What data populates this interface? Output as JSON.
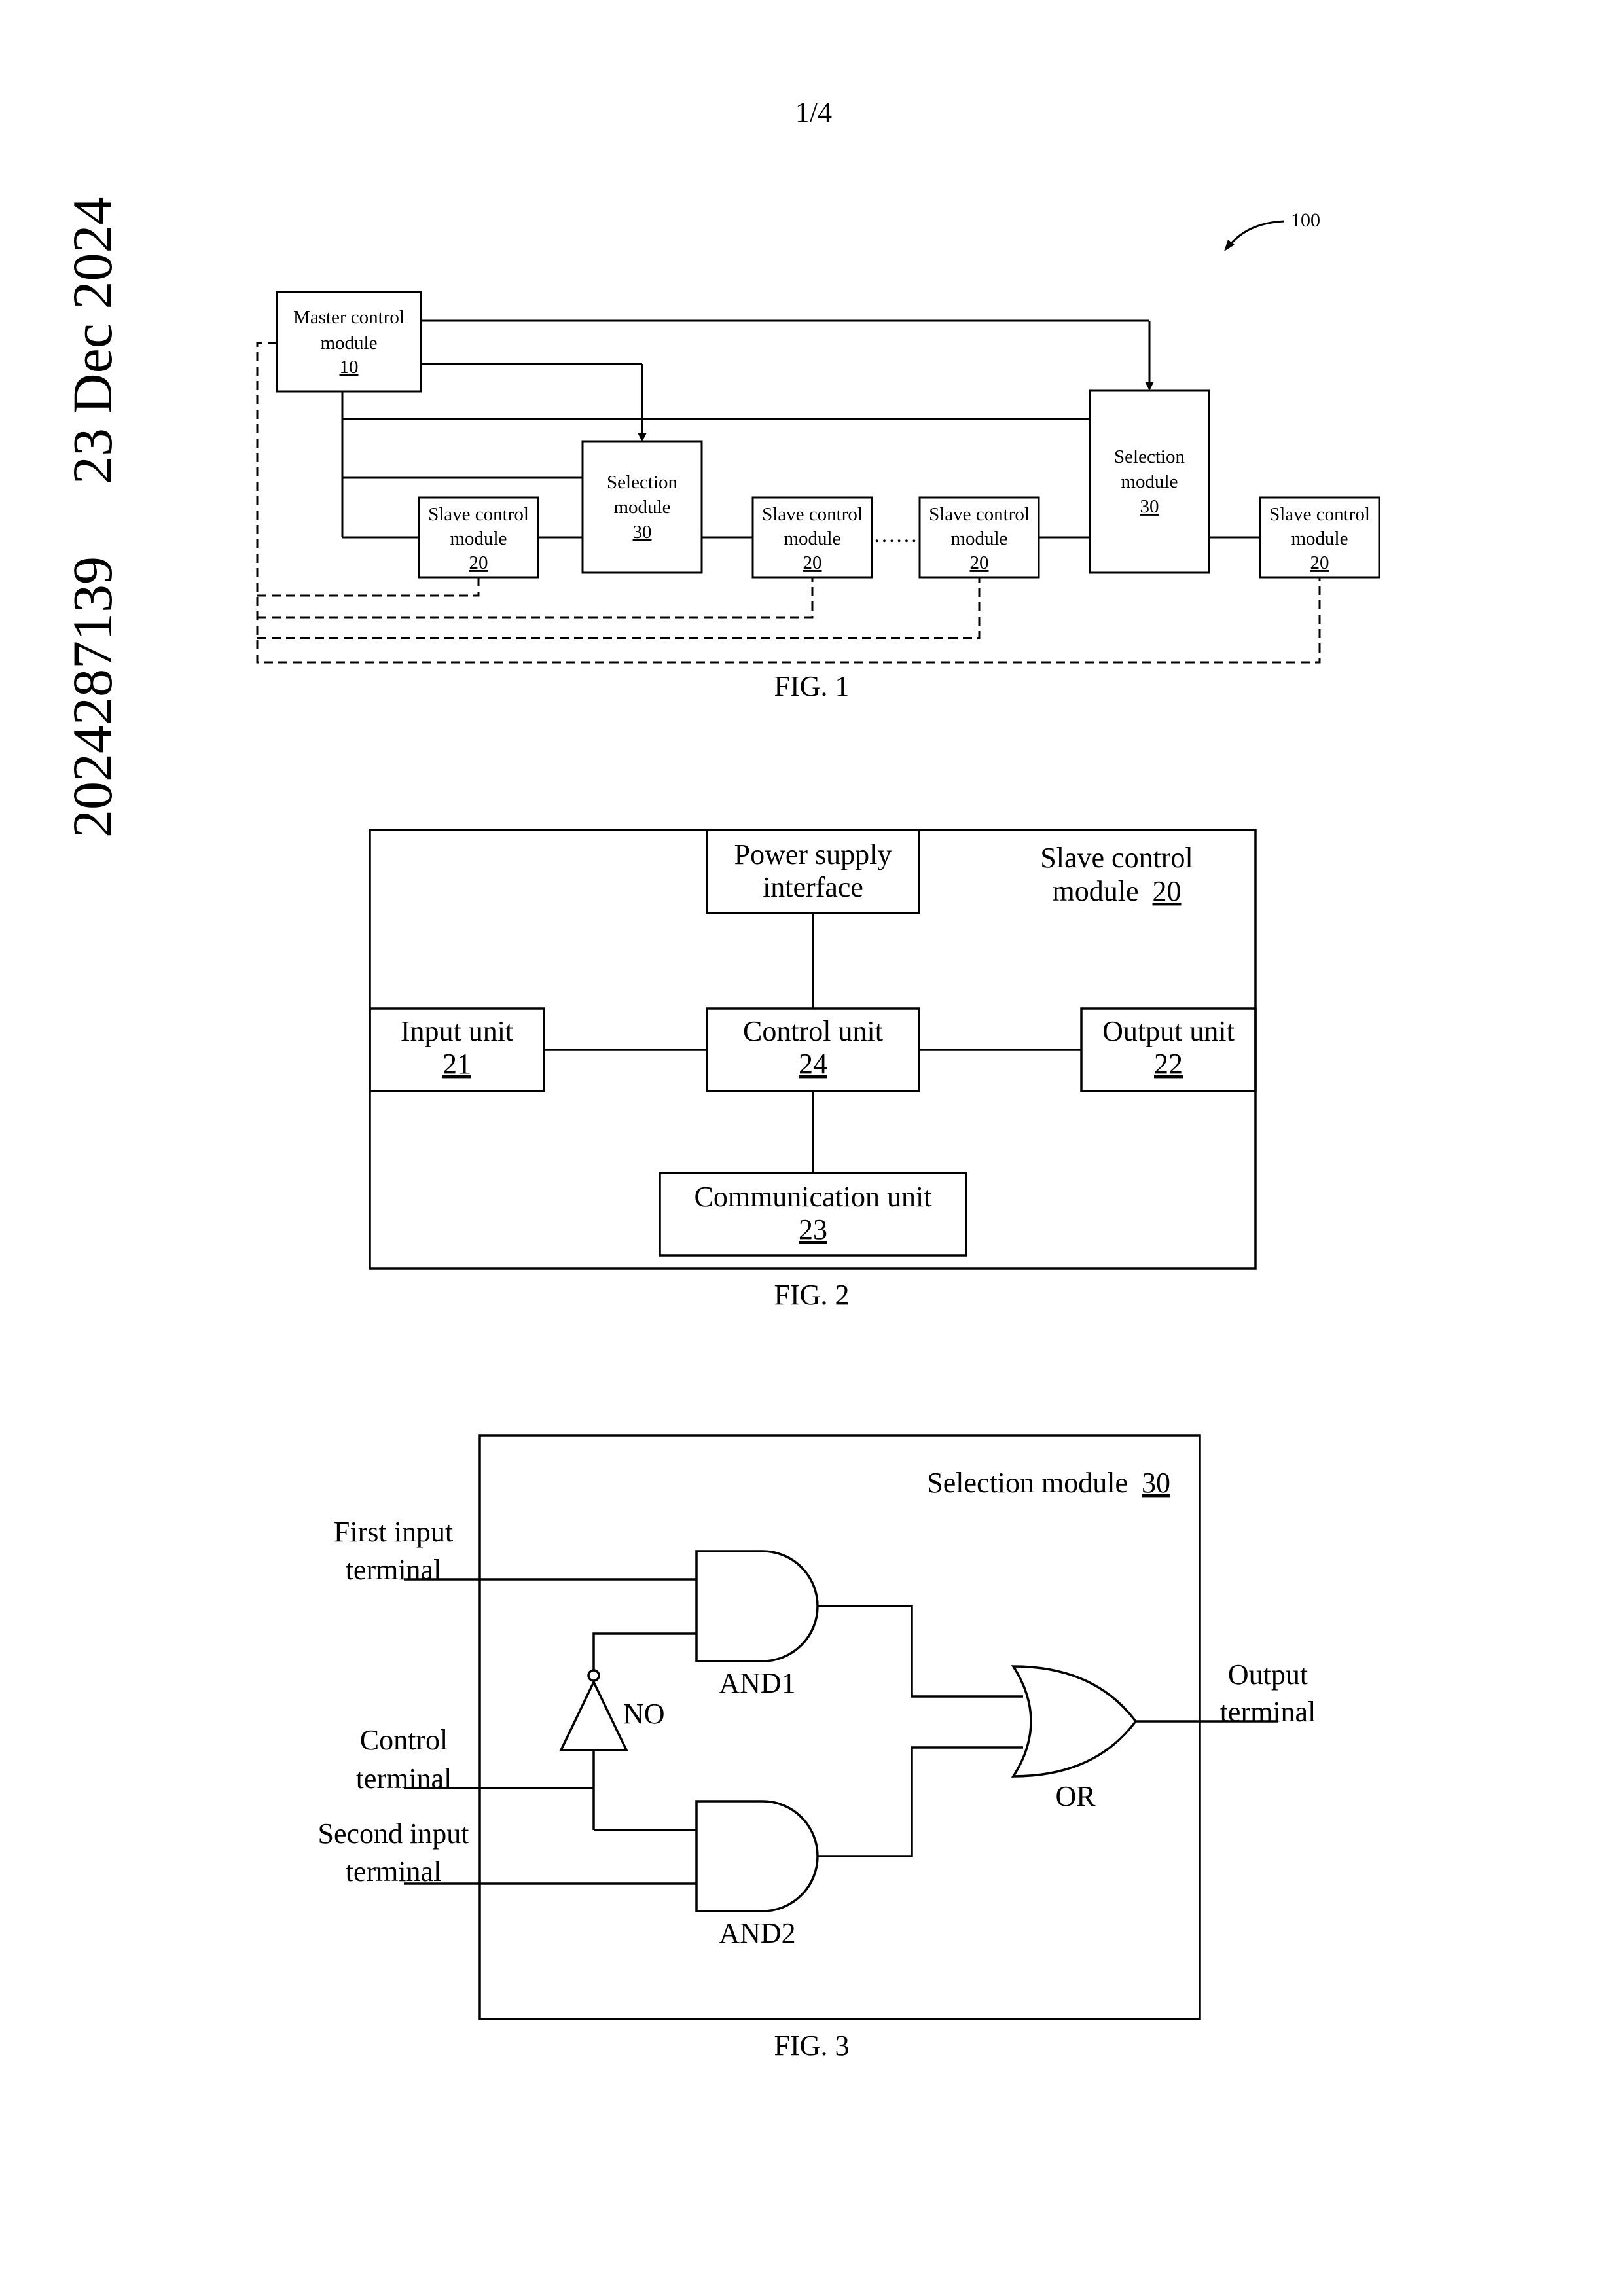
{
  "page": {
    "number": "1/4"
  },
  "side": {
    "doc_number": "2024287139",
    "date": "23 Dec 2024"
  },
  "fig1": {
    "caption": "FIG. 1",
    "ref": "100",
    "master": {
      "line1": "Master control",
      "line2": "module",
      "num": "10"
    },
    "slave": {
      "line1": "Slave control",
      "line2": "module",
      "num": "20"
    },
    "selection": {
      "line1": "Selection",
      "line2": "module",
      "num": "30"
    },
    "ellipsis": "……"
  },
  "fig2": {
    "caption": "FIG. 2",
    "module_title": "Slave control",
    "module_title2": "module",
    "module_num": "20",
    "power": {
      "line1": "Power supply",
      "line2": "interface"
    },
    "input": {
      "label": "Input unit",
      "num": "21"
    },
    "control": {
      "label": "Control unit",
      "num": "24"
    },
    "output": {
      "label": "Output unit",
      "num": "22"
    },
    "comm": {
      "label": "Communication unit",
      "num": "23"
    }
  },
  "fig3": {
    "caption": "FIG. 3",
    "title": "Selection module",
    "title_num": "30",
    "first_input": {
      "line1": "First input",
      "line2": "terminal"
    },
    "control": {
      "line1": "Control",
      "line2": "terminal"
    },
    "second_input": {
      "line1": "Second input",
      "line2": "terminal"
    },
    "output": {
      "line1": "Output",
      "line2": "terminal"
    },
    "and1": "AND1",
    "and2": "AND2",
    "not": "NO",
    "or": "OR"
  }
}
